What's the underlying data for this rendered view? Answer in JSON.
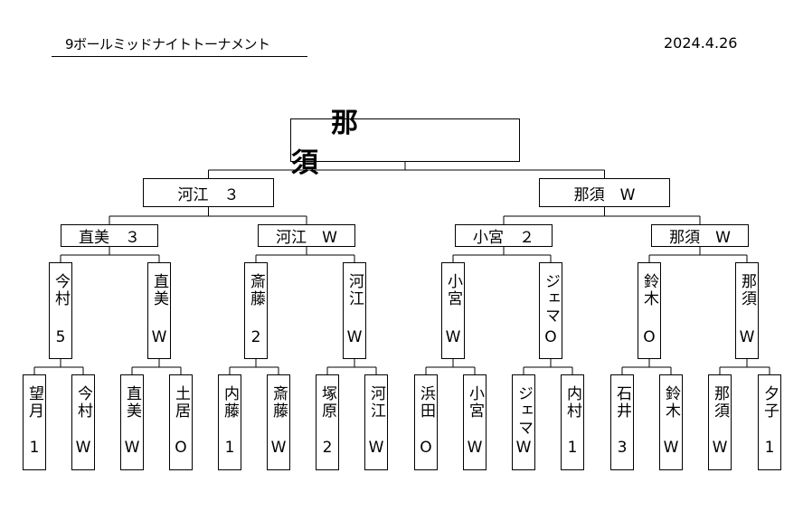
{
  "header": {
    "title": "9ボールミッドナイトトーナメント",
    "date": "2024.4.26"
  },
  "colors": {
    "line": "#000000",
    "background": "#ffffff"
  },
  "champion": {
    "name": "那　須"
  },
  "final": [
    {
      "label": "河江　３"
    },
    {
      "label": "那須　W"
    }
  ],
  "semifinal": [
    {
      "label": "直美　３"
    },
    {
      "label": "河江　W"
    },
    {
      "label": "小宮　２"
    },
    {
      "label": "那須　W"
    }
  ],
  "quarterfinal": [
    {
      "name": "今村",
      "result": "5"
    },
    {
      "name": "直美",
      "result": "W"
    },
    {
      "name": "斎藤",
      "result": "2"
    },
    {
      "name": "河江",
      "result": "W"
    },
    {
      "name": "小宮",
      "result": "W"
    },
    {
      "name": "ジェマ",
      "result": "O"
    },
    {
      "name": "鈴木",
      "result": "O"
    },
    {
      "name": "那須",
      "result": "W"
    }
  ],
  "round1": [
    {
      "name": "望月",
      "result": "1"
    },
    {
      "name": "今村",
      "result": "W"
    },
    {
      "name": "直美",
      "result": "W"
    },
    {
      "name": "土居",
      "result": "O"
    },
    {
      "name": "内藤",
      "result": "1"
    },
    {
      "name": "斎藤",
      "result": "W"
    },
    {
      "name": "塚原",
      "result": "2"
    },
    {
      "name": "河江",
      "result": "W"
    },
    {
      "name": "浜田",
      "result": "O"
    },
    {
      "name": "小宮",
      "result": "W"
    },
    {
      "name": "ジェマ",
      "result": "W"
    },
    {
      "name": "内村",
      "result": "1"
    },
    {
      "name": "石井",
      "result": "3"
    },
    {
      "name": "鈴木",
      "result": "W"
    },
    {
      "name": "那須",
      "result": "W"
    },
    {
      "name": "夕子",
      "result": "1"
    }
  ]
}
